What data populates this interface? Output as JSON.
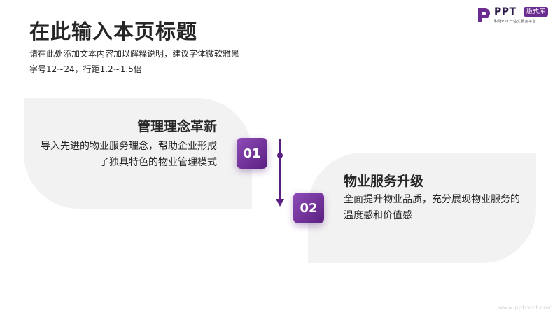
{
  "header": {
    "title": "在此输入本页标题",
    "description_line1": "请在此处添加文本内容加以解释说明，建议字体微软雅黑",
    "description_line2": "字号12~24，行距1.2~1.5倍"
  },
  "logo": {
    "brand": "PPT",
    "tag": "版式库",
    "subtitle": "职场PPT一站式服务平台"
  },
  "items": [
    {
      "number": "01",
      "title": "管理理念革新",
      "text": "导入先进的物业服务理念，帮助企业形成了独具特色的物业管理模式"
    },
    {
      "number": "02",
      "title": "物业服务升级",
      "text": "全面提升物业品质，充分展现物业服务的温度感和价值感"
    }
  ],
  "colors": {
    "accent": "#6a2c8f",
    "accent_dark": "#5a1f80",
    "card_bg": "#f2f2f2",
    "text": "#262626"
  },
  "footer": {
    "watermark": "www.pptcool.com"
  }
}
